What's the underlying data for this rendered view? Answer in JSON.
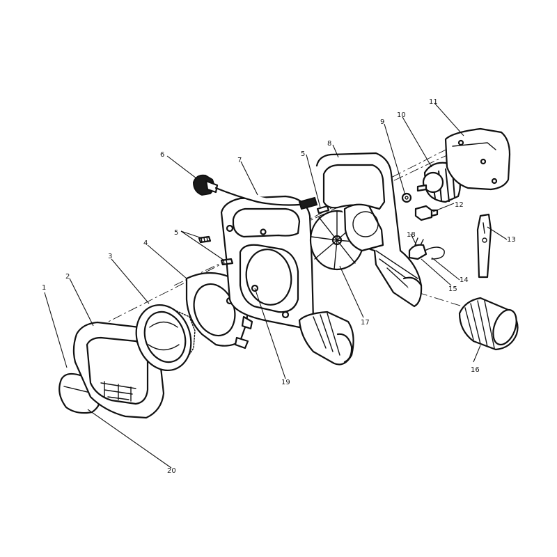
{
  "callouts": [
    {
      "id": "1",
      "label": "1"
    },
    {
      "id": "2",
      "label": "2"
    },
    {
      "id": "3",
      "label": "3"
    },
    {
      "id": "4",
      "label": "4"
    },
    {
      "id": "5a",
      "label": "5"
    },
    {
      "id": "5b",
      "label": "5"
    },
    {
      "id": "6",
      "label": "6"
    },
    {
      "id": "7",
      "label": "7"
    },
    {
      "id": "8",
      "label": "8"
    },
    {
      "id": "9",
      "label": "9"
    },
    {
      "id": "10",
      "label": "10"
    },
    {
      "id": "11",
      "label": "11"
    },
    {
      "id": "12",
      "label": "12"
    },
    {
      "id": "13",
      "label": "13"
    },
    {
      "id": "14",
      "label": "14"
    },
    {
      "id": "15",
      "label": "15"
    },
    {
      "id": "16",
      "label": "16"
    },
    {
      "id": "17",
      "label": "17"
    },
    {
      "id": "18",
      "label": "18"
    },
    {
      "id": "19",
      "label": "19"
    },
    {
      "id": "20",
      "label": "20"
    }
  ]
}
